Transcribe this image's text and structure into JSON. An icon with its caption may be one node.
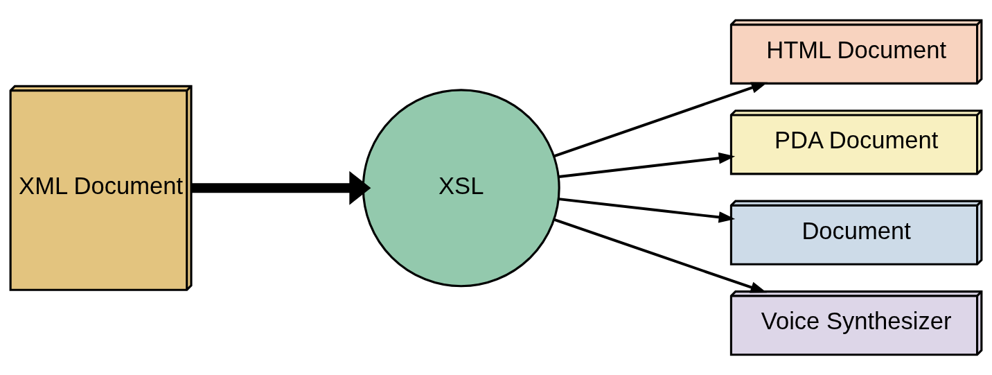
{
  "diagram": {
    "nodes": [
      {
        "text": [
          "XML Document"
        ]
      },
      {
        "text": [
          "XSL"
        ]
      },
      {
        "text": [
          "HTML Document"
        ]
      },
      {
        "text": [
          "PDA Document"
        ]
      },
      {
        "text": [
          "Document"
        ]
      },
      {
        "text": [
          "Voice Synthesizer"
        ]
      }
    ],
    "edges": [
      {
        "from": 0,
        "to": 1,
        "arrow": "to",
        "style": "thick"
      },
      {
        "from": 1,
        "to": 2,
        "arrow": "to"
      },
      {
        "from": 1,
        "to": 3,
        "arrow": "to"
      },
      {
        "from": 1,
        "to": 4,
        "arrow": "to"
      },
      {
        "from": 1,
        "to": 5,
        "arrow": "to"
      }
    ]
  }
}
